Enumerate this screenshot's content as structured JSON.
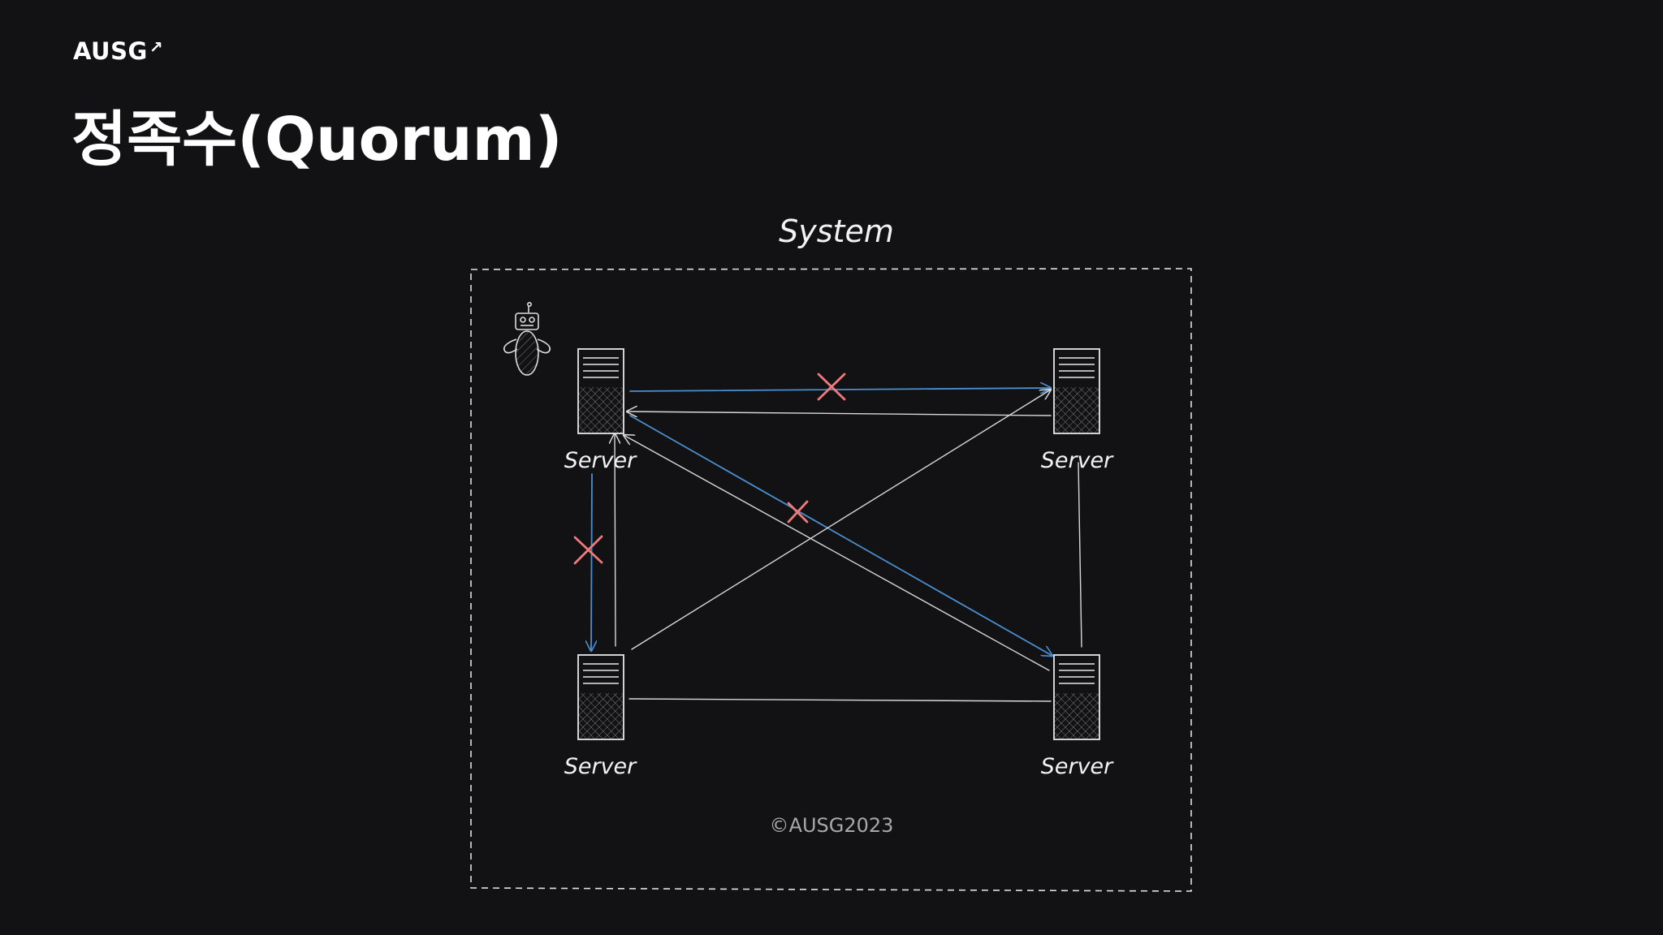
{
  "slide": {
    "brand": "AUSG",
    "brand_arrow": "↗",
    "title": "정족수(Quorum)"
  },
  "diagram": {
    "container_label": "System",
    "copyright": "©AUSG2023",
    "nodes": [
      {
        "id": "top-left",
        "label": "Server"
      },
      {
        "id": "top-right",
        "label": "Server"
      },
      {
        "id": "bottom-left",
        "label": "Server"
      },
      {
        "id": "bottom-right",
        "label": "Server"
      }
    ],
    "colors": {
      "background": "#121214",
      "blue_edge": "#4a8fd0",
      "white_edge": "#d8d8d8",
      "fail_mark": "#f07a7a"
    }
  }
}
